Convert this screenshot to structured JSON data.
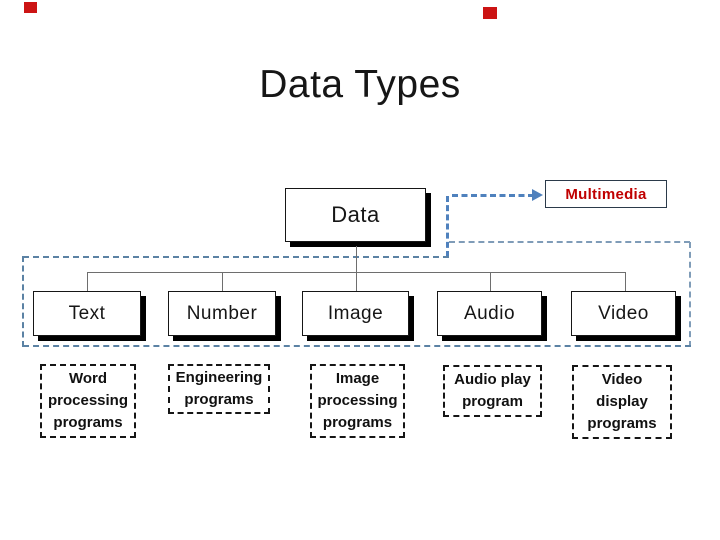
{
  "title": "Data Types",
  "colors": {
    "accent_blue": "#4f81bd",
    "accent_blue_mid": "#5b82a4",
    "accent_blue_light": "#7f9cb8",
    "red": "#c00000",
    "corner_red": "#cc1414",
    "line_gray": "#6e6e6e",
    "ink": "#161616",
    "shadow": "#000000"
  },
  "root": {
    "label": "Data"
  },
  "side": {
    "label": "Multimedia"
  },
  "types": [
    {
      "label": "Text",
      "program": "Word\nprocessing\nprograms"
    },
    {
      "label": "Number",
      "program": "Engineering\nprograms"
    },
    {
      "label": "Image",
      "program": "Image\nprocessing\nprograms"
    },
    {
      "label": "Audio",
      "program": "Audio play\nprogram"
    },
    {
      "label": "Video",
      "program": "Video\ndisplay\nprograms"
    }
  ]
}
